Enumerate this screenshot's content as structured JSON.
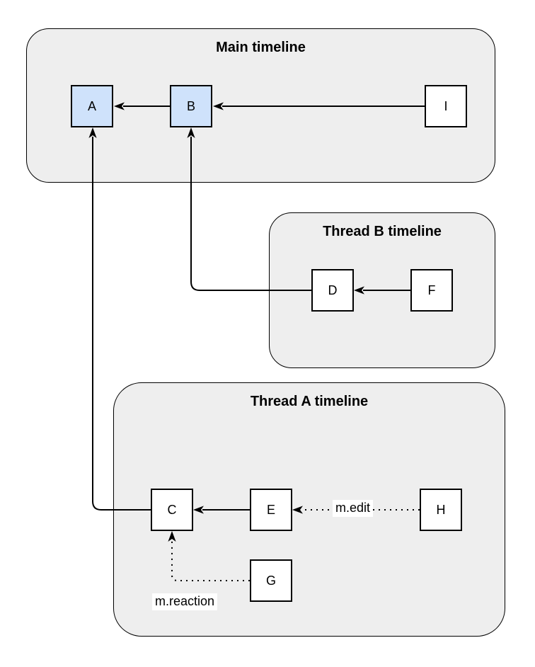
{
  "diagram": {
    "containers": [
      {
        "name": "main-timeline",
        "title": "Main timeline"
      },
      {
        "name": "thread-b-timeline",
        "title": "Thread B timeline"
      },
      {
        "name": "thread-a-timeline",
        "title": "Thread A timeline"
      }
    ],
    "nodes": [
      {
        "id": "A",
        "label": "A",
        "container": "main-timeline",
        "highlighted": true
      },
      {
        "id": "B",
        "label": "B",
        "container": "main-timeline",
        "highlighted": true
      },
      {
        "id": "I",
        "label": "I",
        "container": "main-timeline",
        "highlighted": false
      },
      {
        "id": "D",
        "label": "D",
        "container": "thread-b-timeline",
        "highlighted": false
      },
      {
        "id": "F",
        "label": "F",
        "container": "thread-b-timeline",
        "highlighted": false
      },
      {
        "id": "C",
        "label": "C",
        "container": "thread-a-timeline",
        "highlighted": false
      },
      {
        "id": "E",
        "label": "E",
        "container": "thread-a-timeline",
        "highlighted": false
      },
      {
        "id": "H",
        "label": "H",
        "container": "thread-a-timeline",
        "highlighted": false
      },
      {
        "id": "G",
        "label": "G",
        "container": "thread-a-timeline",
        "highlighted": false
      }
    ],
    "edges": [
      {
        "from": "B",
        "to": "A",
        "style": "solid",
        "label": ""
      },
      {
        "from": "I",
        "to": "B",
        "style": "solid",
        "label": ""
      },
      {
        "from": "F",
        "to": "D",
        "style": "solid",
        "label": ""
      },
      {
        "from": "D",
        "to": "B",
        "style": "solid",
        "label": ""
      },
      {
        "from": "E",
        "to": "C",
        "style": "solid",
        "label": ""
      },
      {
        "from": "C",
        "to": "A",
        "style": "solid",
        "label": ""
      },
      {
        "from": "H",
        "to": "E",
        "style": "dotted",
        "label": "m.edit"
      },
      {
        "from": "G",
        "to": "C",
        "style": "dotted",
        "label": "m.reaction"
      }
    ],
    "colors": {
      "container_fill": "#eeeeee",
      "node_fill": "#ffffff",
      "node_highlight_fill": "#cfe2fb",
      "stroke": "#000000",
      "edge_label_bg": "#ffffff"
    }
  }
}
